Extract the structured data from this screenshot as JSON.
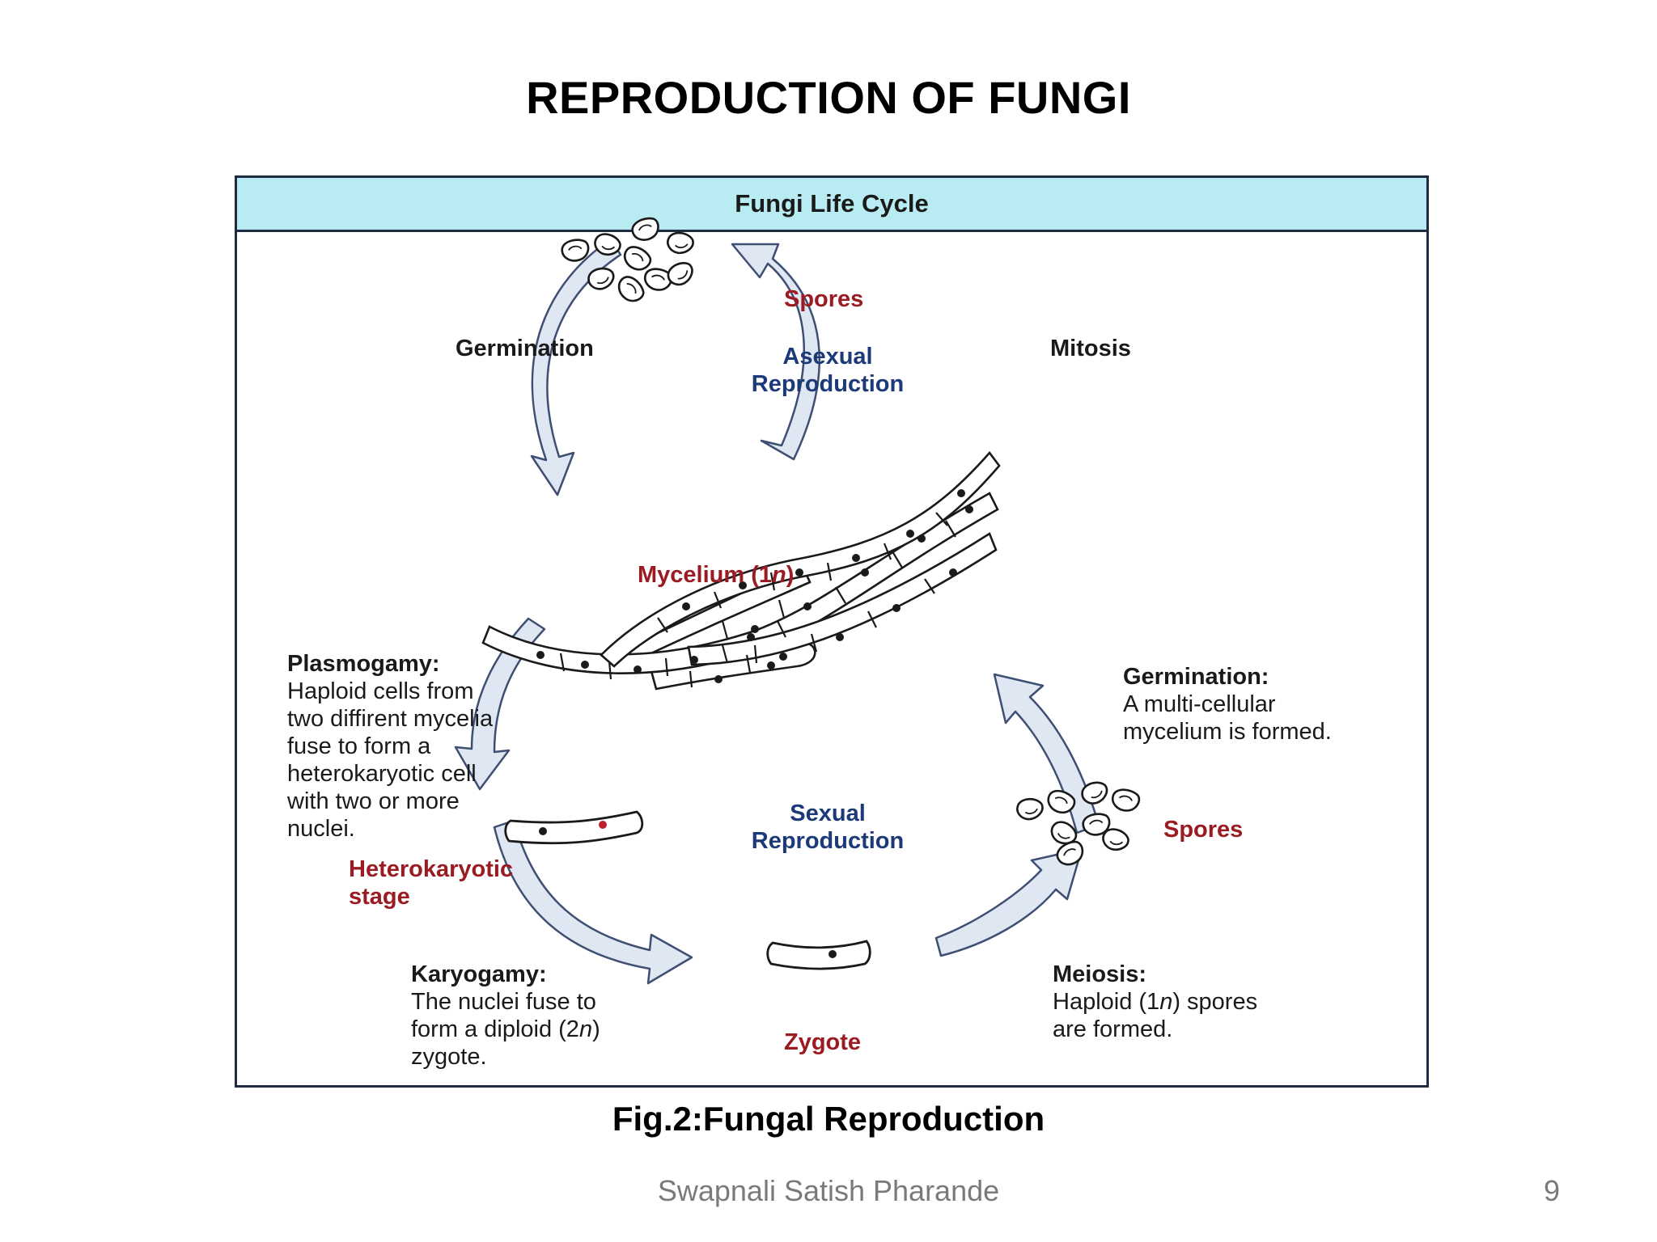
{
  "slide": {
    "title": "REPRODUCTION OF FUNGI",
    "caption": "Fig.2:Fungal Reproduction",
    "author": "Swapnali Satish Pharande",
    "page_number": "9"
  },
  "diagram": {
    "header": "Fungi Life Cycle",
    "asexual": {
      "spores": "Spores",
      "germination": "Germination",
      "mitosis": "Mitosis",
      "center_line1": "Asexual",
      "center_line2": "Reproduction"
    },
    "mycelium_label": "Mycelium (1",
    "mycelium_italic": "n",
    "mycelium_close": ")",
    "sexual": {
      "center_line1": "Sexual",
      "center_line2": "Reproduction",
      "plasmogamy_title": "Plasmogamy:",
      "plasmogamy_lines": [
        "Haploid cells from",
        "two diffirent mycelia",
        "fuse to form a",
        "heterokaryotic cell",
        "with two or more",
        "nuclei."
      ],
      "heterokaryotic_line1": "Heterokaryotic",
      "heterokaryotic_line2": "stage",
      "karyogamy_title": "Karyogamy:",
      "karyogamy_line1": "The nuclei fuse to",
      "karyogamy_line2_a": "form a diploid (2",
      "karyogamy_line2_i": "n",
      "karyogamy_line2_b": ")",
      "karyogamy_line3": "zygote.",
      "zygote": "Zygote",
      "meiosis_title": "Meiosis:",
      "meiosis_line1_a": "Haploid (1",
      "meiosis_line1_i": "n",
      "meiosis_line1_b": ") spores",
      "meiosis_line2": "are formed.",
      "spores": "Spores",
      "germination_title": "Germination:",
      "germination_line1": "A multi-cellular",
      "germination_line2": "mycelium is formed."
    }
  },
  "colors": {
    "header_bg": "#b8ecf2",
    "arrow_fill": "#dfe7f2",
    "arrow_stroke": "#3e4f73",
    "stage_red": "#9b1b23",
    "center_blue": "#1c3a78"
  }
}
